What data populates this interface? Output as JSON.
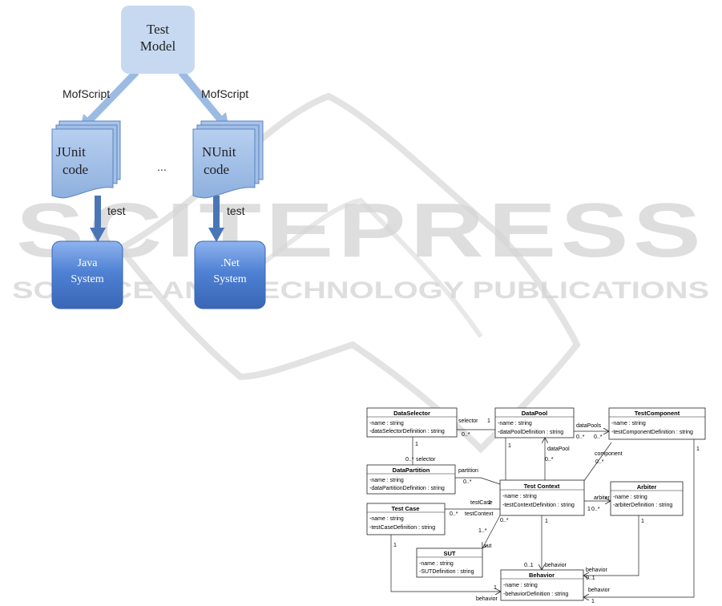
{
  "watermark": {
    "main": "SCITEPRESS",
    "sub": "SCIENCE AND TECHNOLOGY PUBLICATIONS",
    "colors": {
      "text": "#d6d6d6",
      "book": "#d9d9d9"
    }
  },
  "flow": {
    "test_model": {
      "line1": "Test",
      "line2": "Model"
    },
    "mofscript_left": "MofScript",
    "mofscript_right": "MofScript",
    "junit": {
      "line1": "JUnit",
      "line2": "code"
    },
    "nunit": {
      "line1": "NUnit",
      "line2": "code"
    },
    "ellipsis": "...",
    "test_left": "test",
    "test_right": "test",
    "java": {
      "line1": "Java",
      "line2": "System"
    },
    "dotnet": {
      "line1": ".Net",
      "line2": "System"
    },
    "colors": {
      "light_node": "#c6d9f1",
      "doc": "#9bbbe3",
      "doc_border": "#5b83bd",
      "system": "#4f81d4",
      "arrow_light": "#9bbbe3",
      "arrow_dark": "#4a76b8"
    }
  },
  "uml": {
    "classes": {
      "data_selector": {
        "name": "DataSelector",
        "attrs": [
          "-name : string",
          "-dataSelectorDefinition : string"
        ]
      },
      "data_pool": {
        "name": "DataPool",
        "attrs": [
          "-name : string",
          "-dataPoolDefinition : string"
        ]
      },
      "test_component": {
        "name": "TestComponent",
        "attrs": [
          "-name : string",
          "-testComponentDefinition : string"
        ]
      },
      "data_partition": {
        "name": "DataPartition",
        "attrs": [
          "-name : string",
          "-dataPartitionDefinition : string"
        ]
      },
      "test_context": {
        "name": "Test Context",
        "attrs": [
          "-name : string",
          "-testContextDefinition : string"
        ]
      },
      "arbiter": {
        "name": "Arbiter",
        "attrs": [
          "-name : string",
          "-arbiterDefinition : string"
        ]
      },
      "test_case": {
        "name": "Test Case",
        "attrs": [
          "-name : string",
          "-testCaseDefinition : string"
        ]
      },
      "sut": {
        "name": "SUT",
        "attrs": [
          "-name : string",
          "-SUTDefinition : string"
        ]
      },
      "behavior": {
        "name": "Behavior",
        "attrs": [
          "-name : string",
          "-behaviorDefinition : string"
        ]
      }
    },
    "labels": {
      "selector_a": "selector",
      "selector_a_mult_left": "1",
      "selector_a_mult_right": "0..*",
      "selector_b_mult_top": "1",
      "selector_b_mult": "0..*",
      "selector_b": "selector",
      "datapools": "dataPools",
      "datapools_mult_left": "0..*",
      "datapools_mult_right": "0..*",
      "datapool_role": "dataPool",
      "datapool_mult_top": "1",
      "datapool_mult_bottom": "0..*",
      "partition": "partition",
      "partition_mult": "0..*",
      "component": "component",
      "component_mult": "0..*",
      "arbiter_role": "arbiter",
      "arbiter_mult_left": "1",
      "arbiter_mult_right": "0..*",
      "testcase_role": "testCase",
      "testcase_mult_right": "1",
      "testcontext_role": "testContext",
      "testcontext_mult": "0..*",
      "sut_role": "sut",
      "sut_mult": "1..*",
      "sut_mult_ctx": "0..*",
      "ctx_one": "1",
      "behavior_role_ctx": "behavior",
      "behavior_mult_ctx": "0..1",
      "behavior_role_arb": "behavior",
      "behavior_mult_arb": "0..1",
      "arb_one": "1",
      "behavior_role_tc": "behavior",
      "behavior_mult_tc": "1",
      "tc_one": "1",
      "behavior_role_comp": "behavior",
      "behavior_mult_comp": "1",
      "comp_one": "1"
    }
  }
}
